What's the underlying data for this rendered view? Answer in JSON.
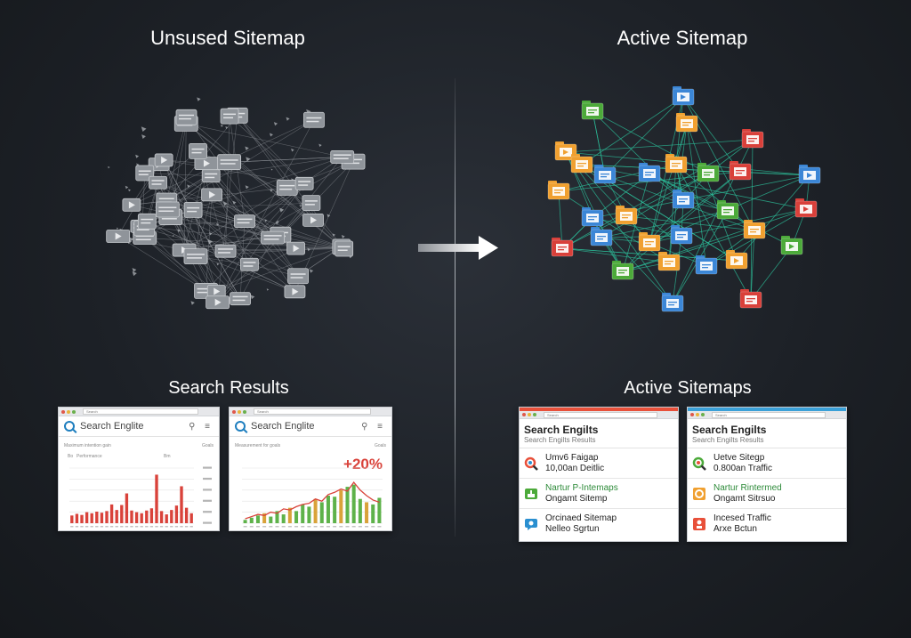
{
  "left": {
    "heading": "Unsused Sitemap",
    "subheading": "Search Results",
    "windows": [
      {
        "search_text": "Search Englite",
        "url": "Search",
        "caption_left": "Maximum intention gain",
        "caption_right": "Goals",
        "row_label": "Bo",
        "row_value": "Performance",
        "col_label": "Bm"
      },
      {
        "search_text": "Search Englite",
        "url": "Search",
        "caption_left": "Measurement for goals",
        "caption_right": "Goals",
        "callout": "+20%"
      }
    ]
  },
  "right": {
    "heading": "Active Sitemap",
    "subheading": "Active Sitemaps",
    "windows": [
      {
        "accent": "#e8503a",
        "url": "Search",
        "title": "Search Engilts",
        "subtitle": "Search Engilts Results",
        "rows": [
          {
            "icon": "search-icon",
            "line1": "Umv6 Faigap",
            "line2": "10,00an Deitlic",
            "green": false
          },
          {
            "icon": "sitemap-icon",
            "line1": "Nartur P-Intemaps",
            "line2": "Ongamt Sitemp",
            "green": true
          },
          {
            "icon": "chat-icon",
            "line1": "Orcinaed Sitemap",
            "line2": "Nelleo Sgrtun",
            "green": false
          }
        ]
      },
      {
        "accent": "#3aa0d8",
        "url": "Search",
        "title": "Search Engilts",
        "subtitle": "Search Engilts Results",
        "rows": [
          {
            "icon": "search-icon",
            "line1": "Uetve Sitegp",
            "line2": "0.800an Traffic",
            "green": false
          },
          {
            "icon": "badge-icon",
            "line1": "Nartur Rintermed",
            "line2": "Ongamt Sitrsuo",
            "green": true
          },
          {
            "icon": "traffic-icon",
            "line1": "Incesed Traffic",
            "line2": "Arxe Bctun",
            "green": false
          }
        ]
      }
    ]
  },
  "chart_data": [
    {
      "type": "bar",
      "title": "",
      "values": [
        14,
        17,
        15,
        20,
        18,
        21,
        19,
        22,
        34,
        24,
        33,
        54,
        23,
        20,
        18,
        23,
        27,
        88,
        22,
        16,
        24,
        32,
        67,
        28,
        18
      ],
      "color": "#d9423a"
    },
    {
      "type": "bar",
      "title": "",
      "values": [
        6,
        10,
        14,
        18,
        12,
        22,
        16,
        28,
        22,
        34,
        30,
        44,
        38,
        50,
        48,
        60,
        66,
        70,
        44,
        38,
        34,
        46
      ],
      "trend": [
        8,
        12,
        16,
        14,
        20,
        18,
        26,
        24,
        30,
        34,
        36,
        44,
        40,
        52,
        56,
        62,
        58,
        74,
        60,
        50,
        42,
        38
      ],
      "colors": {
        "bar": "#5eb24a",
        "bar_alt": "#d9a23a",
        "trend": "#d9423a"
      },
      "callout": "+20%"
    }
  ],
  "colors": {
    "background": "#1d2127",
    "node_gray": "#9a9ea4",
    "node_blue": "#3b86d6",
    "node_orange": "#f0a030",
    "node_green": "#4caa3a",
    "node_red": "#d9403a",
    "edge_active": "#2cbf9a"
  }
}
